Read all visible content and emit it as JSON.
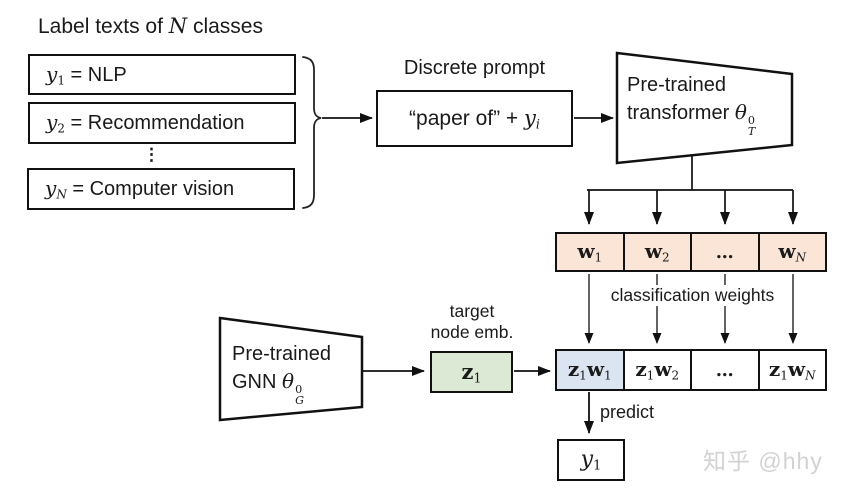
{
  "title": {
    "pre": "Label texts of ",
    "var": "N",
    "post": " classes"
  },
  "labels": {
    "items": [
      {
        "var": "y",
        "sub": "1",
        "rest": " = NLP"
      },
      {
        "var": "y",
        "sub": "2",
        "rest": " = Recommendation"
      },
      {
        "var": "y",
        "sub": "N",
        "rest": " = Computer vision"
      }
    ],
    "ellipsis": "⋮"
  },
  "prompt": {
    "heading": "Discrete prompt",
    "pre": "“paper of” + ",
    "var": "y",
    "sub": "i"
  },
  "transformer": {
    "line1": "Pre-trained",
    "line2": "transformer",
    "symbol": "θ",
    "sup": "0",
    "sub": "T"
  },
  "weights": {
    "cells": [
      {
        "base": "w",
        "sub": "1"
      },
      {
        "base": "w",
        "sub": "2"
      },
      {
        "base": "…",
        "sub": ""
      },
      {
        "base": "w",
        "sub": "N"
      }
    ],
    "caption": "classification weights"
  },
  "gnn": {
    "line1": "Pre-trained",
    "line2": "GNN",
    "symbol": "θ",
    "sup": "0",
    "sub": "G"
  },
  "target": {
    "label_line1": "target",
    "label_line2": "node emb.",
    "z": "z",
    "z_sub": "1"
  },
  "scores": {
    "cells": [
      {
        "z": "z",
        "z_sub": "1",
        "w": "w",
        "w_sub": "1"
      },
      {
        "z": "z",
        "z_sub": "1",
        "w": "w",
        "w_sub": "2"
      },
      {
        "ellipsis": "…"
      },
      {
        "z": "z",
        "z_sub": "1",
        "w": "w",
        "w_sub": "N"
      }
    ],
    "predict_label": "predict"
  },
  "output": {
    "var": "y",
    "sub": "1"
  },
  "watermark": "知乎 @hhy",
  "colors": {
    "weight_fill": "#fbe5d6",
    "score_fill": "#dbe4f1",
    "embedding_fill": "#dcead5"
  }
}
